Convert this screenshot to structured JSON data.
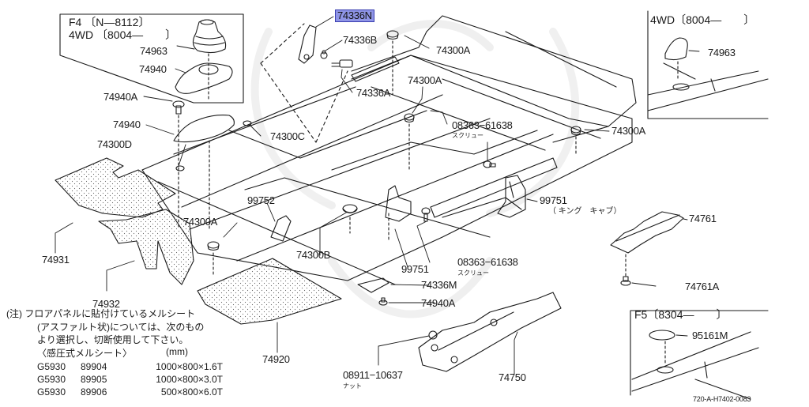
{
  "insets": {
    "top_left": {
      "line1": "F4 〔N—8112〕",
      "line2": "4WD 〔8004—　　〕"
    },
    "top_right": {
      "title": "4WD〔8004—　　〕"
    },
    "bottom_right": {
      "title": "F5〔8304—　　〕"
    }
  },
  "highlight_color": "#8f95e6",
  "parts": {
    "p74336N": "74336N",
    "p74336B": "74336B",
    "p74336A": "74336A",
    "p74300A_1": "74300A",
    "p74300A_2": "74300A",
    "p74300A_3": "74300A",
    "p74300A_4": "74300A",
    "p08363_1": "08363−61638",
    "p08363_1_sub": "スクリュー",
    "p08363_2": "08363−61638",
    "p08363_2_sub": "スクリュー",
    "p74963_l": "74963",
    "p74940_inset": "74940",
    "p74940A_1": "74940A",
    "p74940": "74940",
    "p74300D": "74300D",
    "p74300C": "74300C",
    "p74963_r": "74963",
    "p99752": "99752",
    "p99751_1": "99751",
    "p99751_1_sub": "（ キング　キャブ）",
    "p99751_2": "99751",
    "p74300B": "74300B",
    "p74931": "74931",
    "p74932": "74932",
    "p74761": "74761",
    "p74761A": "74761A",
    "p74336M": "74336M",
    "p74940A_2": "74940A",
    "p74920": "74920",
    "p08911": "08911−10637",
    "p08911_sub": "ナット",
    "p74750": "74750",
    "p95161M": "95161M"
  },
  "note": {
    "prefix": "(注)",
    "lines": [
      "フロアパネルに貼付けているメルシート",
      "(アスファルト状)については、次のもの",
      "より選択し、切断使用して下さい。",
      "〈感圧式メルシート〉"
    ],
    "unit": "(mm)",
    "table": [
      {
        "code": "G5930",
        "num": "89904",
        "size": "1000×800×1.6T"
      },
      {
        "code": "G5930",
        "num": "89905",
        "size": "1000×800×3.0T"
      },
      {
        "code": "G5930",
        "num": "89906",
        "size": "500×800×6.0T"
      }
    ]
  },
  "reference_code": "720-A-H7402-0083"
}
